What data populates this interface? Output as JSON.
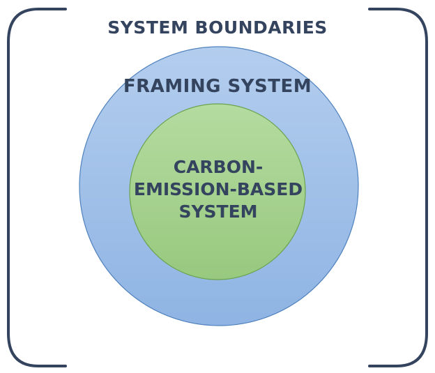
{
  "system_boundaries": {
    "label": "SYSTEM BOUNDARIES"
  },
  "framing_system": {
    "label": "FRAMING SYSTEM"
  },
  "carbon_system": {
    "lines": [
      "CARBON-",
      "EMISSION-BASED",
      "SYSTEM"
    ]
  },
  "colors": {
    "bracket": "#34445e",
    "text": "#34445e",
    "outer_circle_fill": "#8fb4e3",
    "outer_circle_stroke": "#4f81bd",
    "inner_circle_fill": "#a0d08a",
    "inner_circle_stroke": "#6ba34e"
  }
}
